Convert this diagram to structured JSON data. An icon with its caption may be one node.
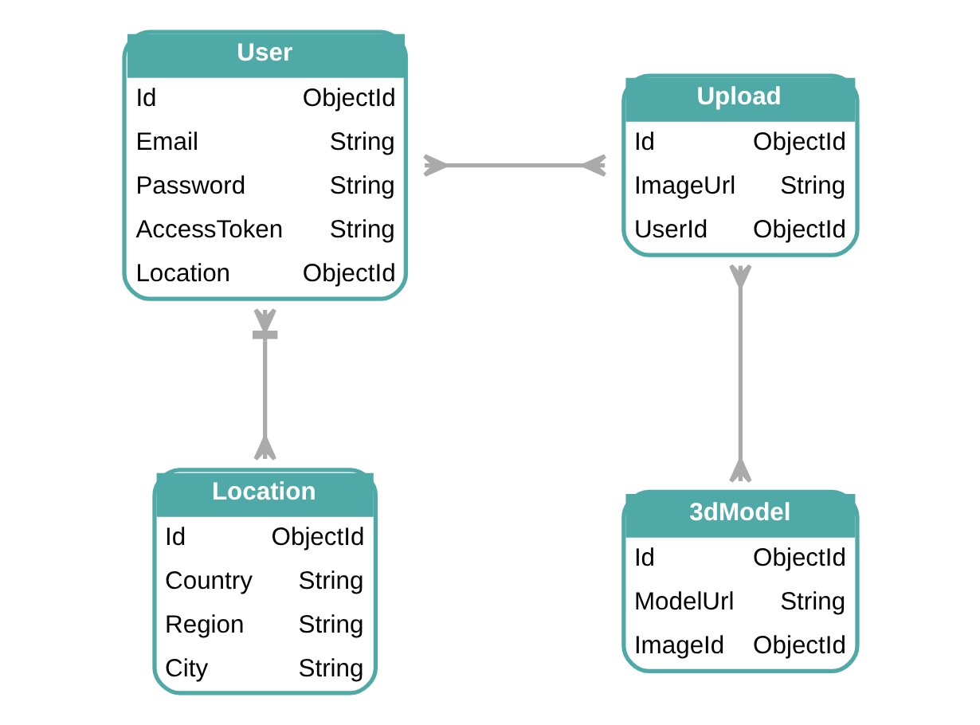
{
  "diagram": {
    "nodes": [
      {
        "text": [
          "User",
          "Id",
          "ObjectId",
          "Email",
          "String",
          "Password",
          "String",
          "AccessToken",
          "String",
          "Location",
          "ObjectId"
        ]
      },
      {
        "text": [
          "Upload",
          "Id",
          "ObjectId",
          "ImageUrl",
          "String",
          "UserId",
          "ObjectId"
        ]
      },
      {
        "text": [
          "Location",
          "Id",
          "ObjectId",
          "Country",
          "String",
          "Region",
          "String",
          "City",
          "String"
        ]
      },
      {
        "text": [
          "3dModel",
          "Id",
          "ObjectId",
          "ModelUrl",
          "String",
          "ImageId",
          "ObjectId"
        ]
      }
    ],
    "edges": [
      {
        "from": 0,
        "to": 1,
        "arrow": "other"
      },
      {
        "from": 0,
        "to": 2,
        "arrow": "other"
      },
      {
        "from": 1,
        "to": 3,
        "arrow": "other"
      }
    ]
  }
}
